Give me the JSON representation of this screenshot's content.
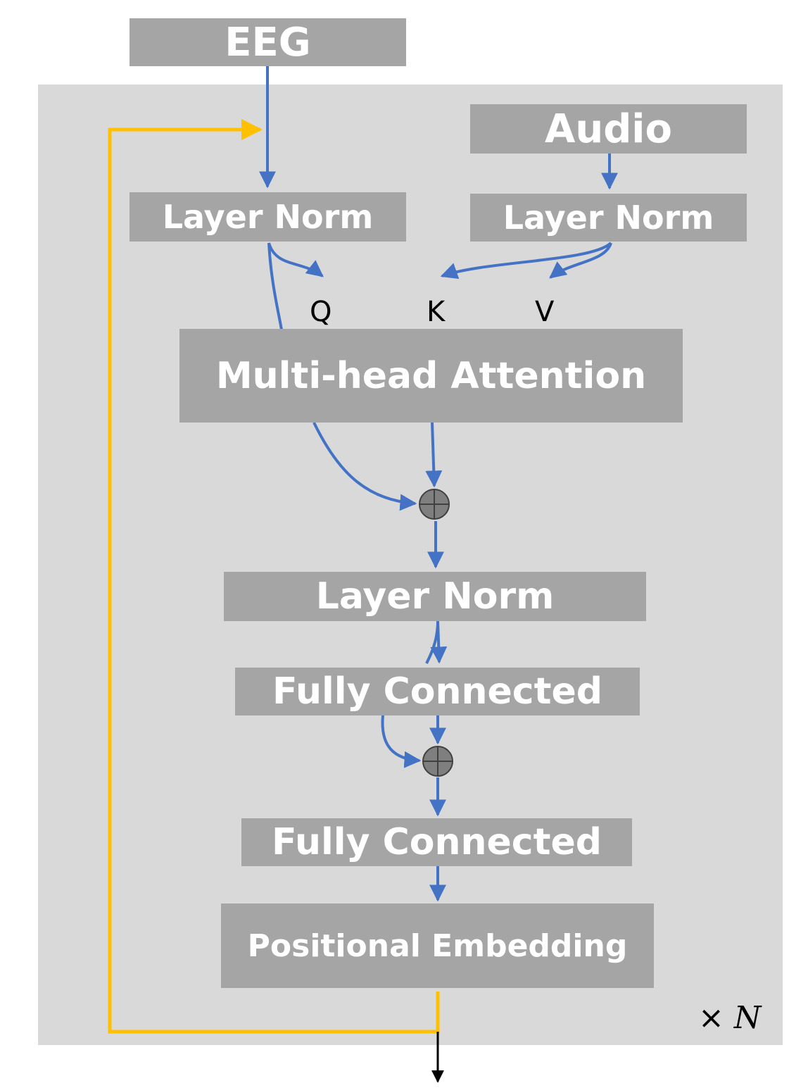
{
  "blocks": {
    "eeg": "EEG",
    "audio": "Audio",
    "layer_norm_eeg": "Layer Norm",
    "layer_norm_audio": "Layer Norm",
    "multi_head_attention": "Multi-head Attention",
    "layer_norm_mid": "Layer Norm",
    "fully_connected_1": "Fully Connected",
    "fully_connected_2": "Fully Connected",
    "positional_embedding": "Positional Embedding"
  },
  "qkv": {
    "q": "Q",
    "k": "K",
    "v": "V"
  },
  "repeat": {
    "symbol": "×",
    "variable": "N"
  },
  "colors": {
    "frame": "#d9d9d9",
    "block": "#a5a5a5",
    "block_text": "#ffffff",
    "flow_arrow": "#4472c4",
    "feedback_loop": "#ffc000",
    "output_arrow": "#000000"
  }
}
